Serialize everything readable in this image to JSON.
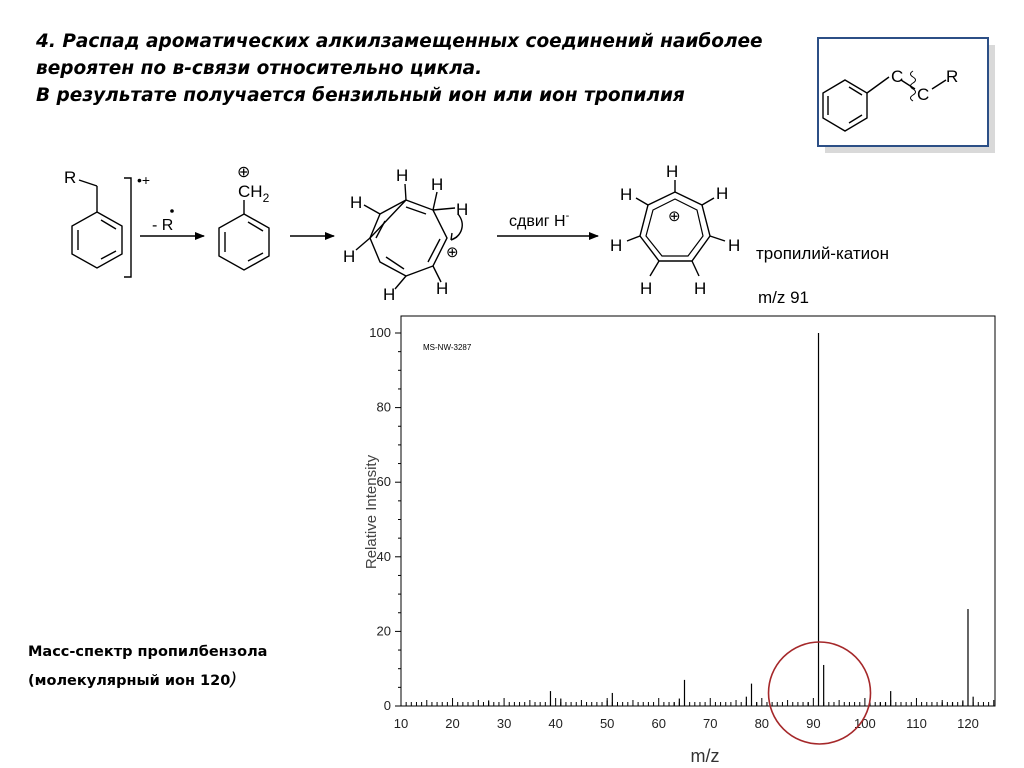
{
  "heading": {
    "line1": "4. Распад ароматических алкилзамещенных соединений наиболее",
    "line2": "вероятен по в-связи относительно цикла.",
    "line3": "В результате получается бензильный ион или ион тропилия"
  },
  "inset": {
    "c1": "C",
    "c2": "C",
    "r": "R"
  },
  "scheme": {
    "radical_cation": "•+",
    "loss_label": "- R",
    "ch2": "CH",
    "ch2_sub": "2",
    "plus": "⊕",
    "shift_label": "сдвиг H",
    "shift_sup": "-",
    "r": "R",
    "h": "H",
    "tropylium_label": "тропилий-катион",
    "mz_label": "m/z 91"
  },
  "caption": {
    "line1": "Масс-спектр пропилбензола",
    "line2": "(молекулярный ион 120",
    "line2_end": ")"
  },
  "chart_data": {
    "type": "bar",
    "watermark": "MS-NW-3287",
    "xlabel": "m/z",
    "ylabel": "Relative Intensity",
    "xlim": [
      10,
      125
    ],
    "ylim": [
      0,
      100
    ],
    "xticks": [
      10,
      20,
      30,
      40,
      50,
      60,
      70,
      80,
      90,
      100,
      110,
      120
    ],
    "yticks": [
      0,
      20,
      40,
      60,
      80,
      100
    ],
    "peaks": [
      {
        "mz": 27,
        "intensity": 1.5
      },
      {
        "mz": 39,
        "intensity": 4
      },
      {
        "mz": 41,
        "intensity": 2
      },
      {
        "mz": 50,
        "intensity": 1.5
      },
      {
        "mz": 51,
        "intensity": 3.5
      },
      {
        "mz": 63,
        "intensity": 1
      },
      {
        "mz": 64,
        "intensity": 2
      },
      {
        "mz": 65,
        "intensity": 7
      },
      {
        "mz": 77,
        "intensity": 2.5
      },
      {
        "mz": 78,
        "intensity": 6
      },
      {
        "mz": 79,
        "intensity": 1
      },
      {
        "mz": 89,
        "intensity": 1
      },
      {
        "mz": 91,
        "intensity": 100
      },
      {
        "mz": 92,
        "intensity": 11
      },
      {
        "mz": 103,
        "intensity": 1
      },
      {
        "mz": 104,
        "intensity": 1
      },
      {
        "mz": 105,
        "intensity": 4
      },
      {
        "mz": 115,
        "intensity": 1
      },
      {
        "mz": 117,
        "intensity": 1
      },
      {
        "mz": 119,
        "intensity": 1.5
      },
      {
        "mz": 120,
        "intensity": 26
      },
      {
        "mz": 121,
        "intensity": 2.5
      }
    ],
    "highlight_mz": 91,
    "highlight_color": "#a5282a"
  }
}
